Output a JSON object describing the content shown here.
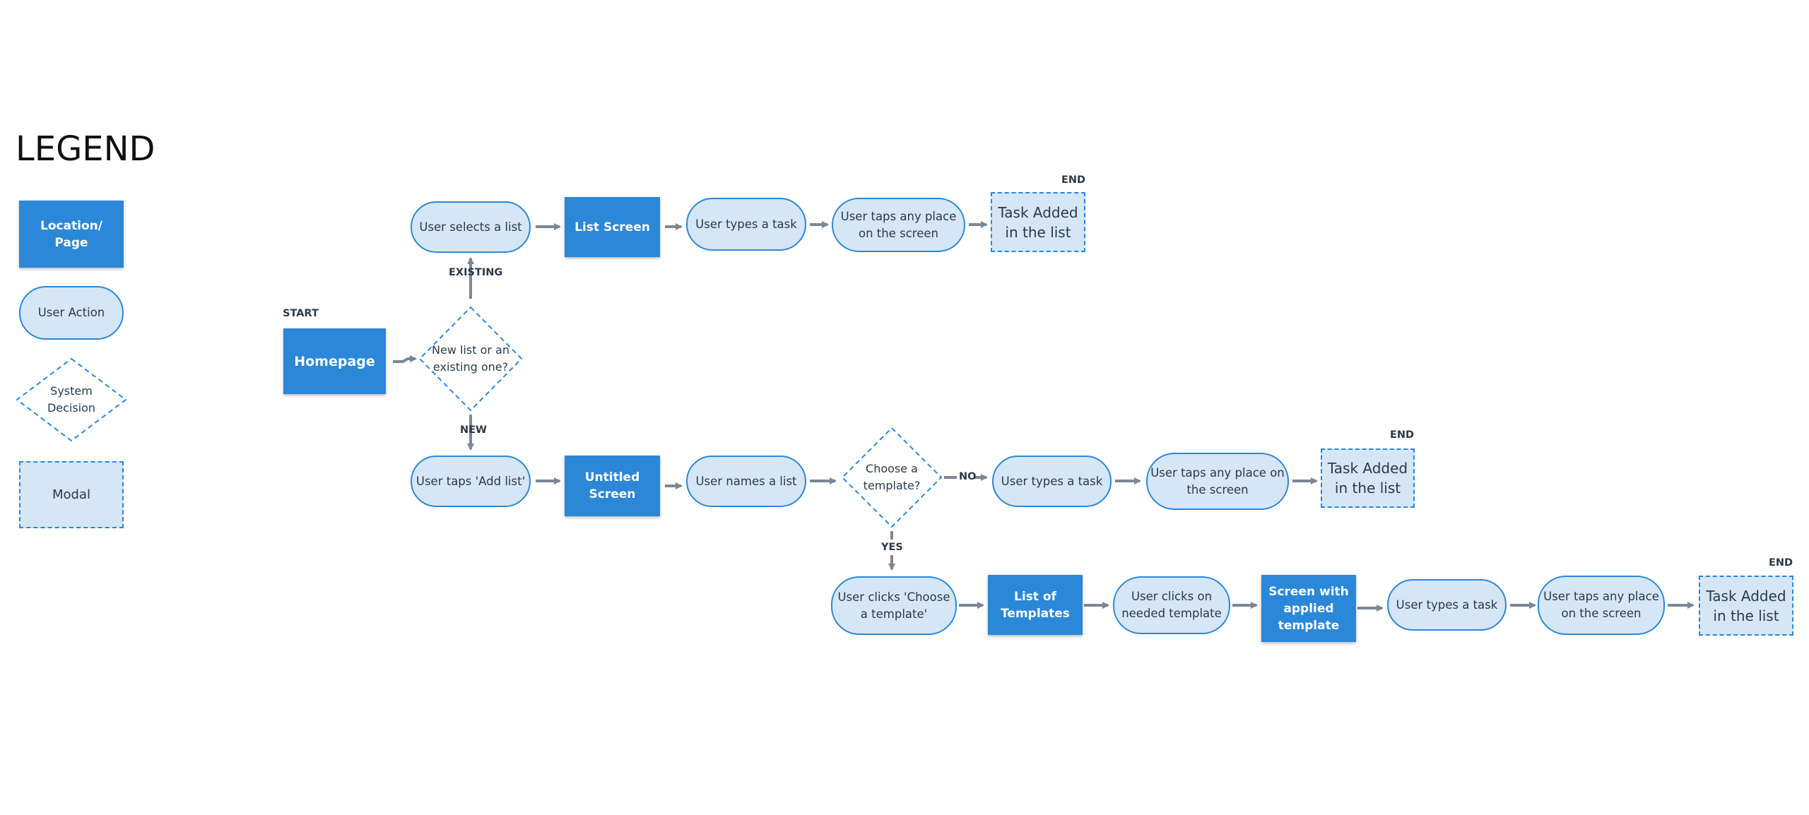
{
  "legend": {
    "title": "LEGEND",
    "location_page": "Location/\nPage",
    "user_action": "User Action",
    "system_decision": "System\nDecision",
    "modal": "Modal"
  },
  "labels": {
    "start": "START",
    "end": "END",
    "existing": "EXISTING",
    "new": "NEW",
    "no": "NO",
    "yes": "YES"
  },
  "nodes": {
    "homepage": "Homepage",
    "decision_new_or_existing": "New list or an\nexisting one?",
    "user_selects_list": "User selects a list",
    "list_screen": "List Screen",
    "user_types_task_1": "User types a task",
    "user_taps_any_1": "User taps any place\non the screen",
    "task_added_1": "Task Added\nin the list",
    "user_taps_add_list": "User taps 'Add list'",
    "untitled_screen": "Untitled\nScreen",
    "user_names_list": "User names a list",
    "decision_template": "Choose a\ntemplate?",
    "user_types_task_2": "User types a task",
    "user_taps_any_2": "User taps any place on\nthe screen",
    "task_added_2": "Task Added\nin the list",
    "user_clicks_choose_template": "User clicks 'Choose\na template'",
    "list_of_templates": "List of\nTemplates",
    "user_clicks_needed_template": "User clicks on\nneeded template",
    "screen_with_template": "Screen with\napplied\ntemplate",
    "user_types_task_3": "User types a task",
    "user_taps_any_3": "User taps any place\non the screen",
    "task_added_3": "Task Added\nin the list"
  },
  "colors": {
    "location_fill": "#2b87d8",
    "action_fill": "#d5e6f6",
    "border": "#2b87d8",
    "arrow": "#7b8794",
    "text": "#2a3a4a"
  }
}
